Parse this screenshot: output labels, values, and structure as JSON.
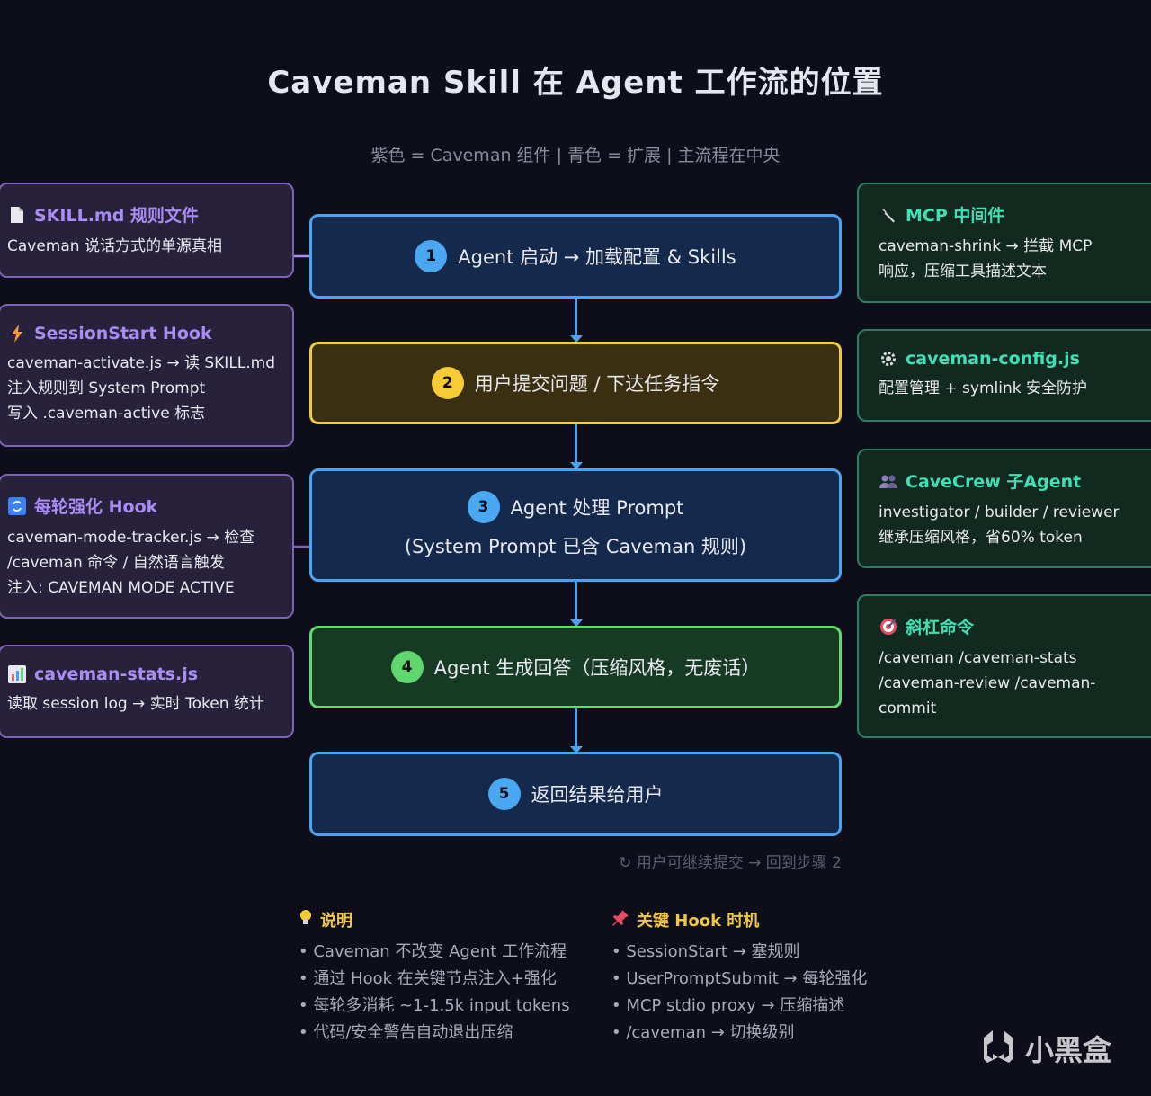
{
  "title": "Caveman Skill 在 Agent 工作流的位置",
  "subtitle": "紫色 = Caveman 组件 | 青色 = 扩展 | 主流程在中央",
  "left_boxes": [
    {
      "icon": "document-icon",
      "title": "SKILL.md 规则文件",
      "lines": [
        "Caveman 说话方式的单源真相"
      ]
    },
    {
      "icon": "lightning-icon",
      "title": "SessionStart Hook",
      "lines": [
        "caveman-activate.js → 读 SKILL.md",
        "注入规则到 System Prompt",
        "写入 .caveman-active 标志"
      ]
    },
    {
      "icon": "refresh-icon",
      "title": "每轮强化 Hook",
      "lines": [
        "caveman-mode-tracker.js → 检查",
        "/caveman 命令 / 自然语言触发",
        "注入: CAVEMAN MODE ACTIVE"
      ]
    },
    {
      "icon": "bar-chart-icon",
      "title": "caveman-stats.js",
      "lines": [
        "读取 session log → 实时 Token 统计"
      ]
    }
  ],
  "right_boxes": [
    {
      "icon": "wrench-icon",
      "title": "MCP 中间件",
      "lines": [
        "caveman-shrink → 拦截 MCP",
        "响应，压缩工具描述文本"
      ]
    },
    {
      "icon": "gear-icon",
      "title": "caveman-config.js",
      "lines": [
        "配置管理 + symlink 安全防护"
      ]
    },
    {
      "icon": "people-icon",
      "title": "CaveCrew 子Agent",
      "lines": [
        "investigator / builder / reviewer",
        "继承压缩风格，省60% token"
      ]
    },
    {
      "icon": "target-icon",
      "title": "斜杠命令",
      "lines": [
        "/caveman /caveman-stats",
        "/caveman-review /caveman-",
        "commit"
      ]
    }
  ],
  "steps": [
    {
      "num": "1",
      "text": "Agent 启动 → 加载配置 & Skills",
      "sub": ""
    },
    {
      "num": "2",
      "text": "用户提交问题 / 下达任务指令",
      "sub": ""
    },
    {
      "num": "3",
      "text": "Agent 处理 Prompt",
      "sub": "(System Prompt 已含 Caveman 规则)"
    },
    {
      "num": "4",
      "text": "Agent 生成回答（压缩风格，无废话）",
      "sub": ""
    },
    {
      "num": "5",
      "text": "返回结果给用户",
      "sub": ""
    }
  ],
  "loop_note": "↻ 用户可继续提交 → 回到步骤 2",
  "notes": {
    "title": "说明",
    "items": [
      "• Caveman 不改变 Agent 工作流程",
      "• 通过 Hook 在关键节点注入+强化",
      "• 每轮多消耗 ~1-1.5k input tokens",
      "• 代码/安全警告自动退出压缩"
    ]
  },
  "hooks": {
    "title": "关键 Hook 时机",
    "items": [
      "• SessionStart → 塞规则",
      "• UserPromptSubmit → 每轮强化",
      "• MCP stdio proxy → 压缩描述",
      "• /caveman → 切换级别"
    ]
  },
  "logo_text": "小黑盒",
  "colors": {
    "purple": "#a98cf4",
    "teal": "#3fe0b4",
    "blue": "#4aa3f0",
    "yellow": "#f2c93d",
    "green": "#63d873"
  }
}
